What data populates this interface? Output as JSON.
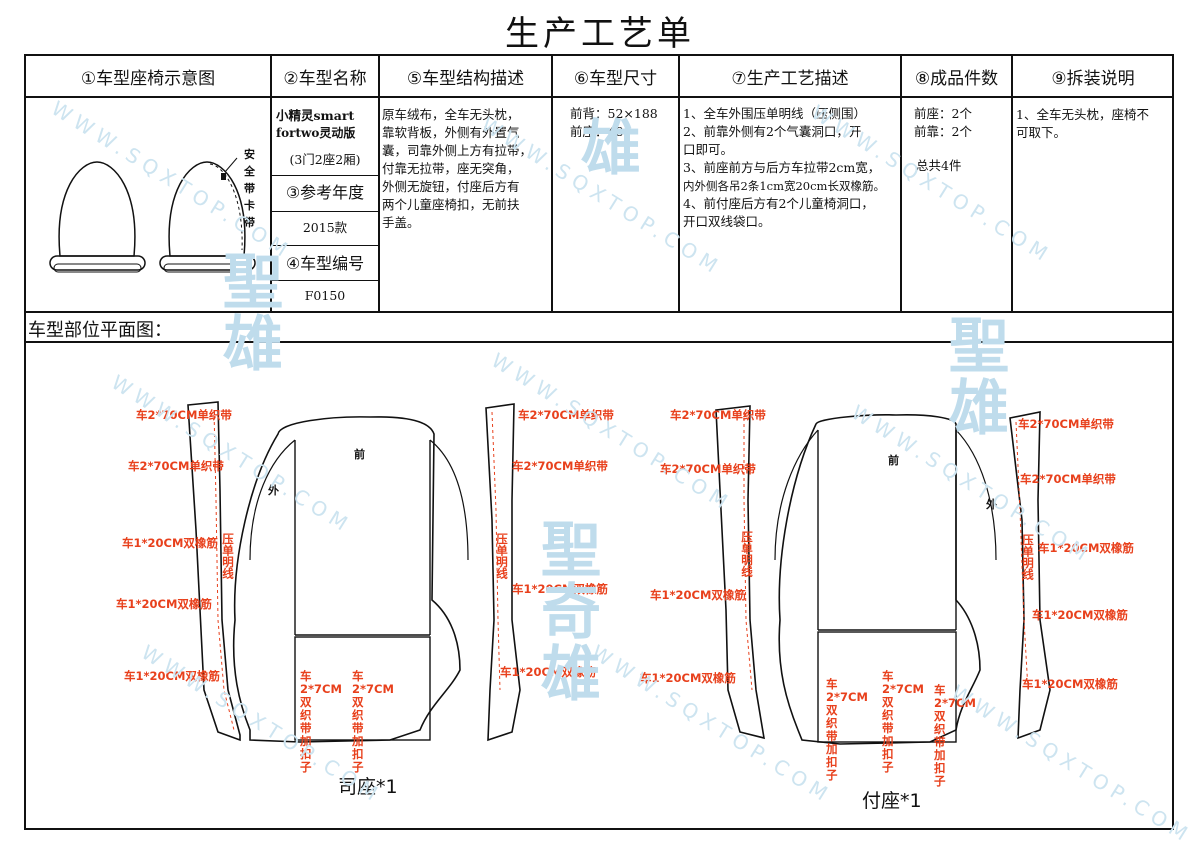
{
  "title": "生产工艺单",
  "headers": {
    "seat_diagram": "①车型座椅示意图",
    "model_name": "②车型名称",
    "structure": "⑤车型结构描述",
    "size": "⑥车型尺寸",
    "process": "⑦生产工艺描述",
    "quantity": "⑧成品件数",
    "disassembly": "⑨拆装说明"
  },
  "model": {
    "name_line1": "小精灵smart",
    "name_line2": "fortwo灵动版",
    "name_line3": "(3门2座2厢)",
    "ref_year_label": "③参考年度",
    "ref_year": "2015款",
    "code_label": "④车型编号",
    "code": "F0150"
  },
  "seat_sketch": {
    "belt_label": [
      "安",
      "全",
      "带",
      "卡",
      "带"
    ]
  },
  "structure_text": [
    "原车绒布，全车无头枕，",
    "靠软背板，外侧有外置气",
    "囊，司靠外侧上方有拉带，",
    "付靠无拉带，座无突角，",
    "外侧无旋钮，付座后方有",
    "两个儿童座椅扣，无前扶",
    "手盖。"
  ],
  "size_text": [
    "前背：52×188",
    "前座：481"
  ],
  "process_text": [
    "1、全车外围压单明线（压侧围）",
    "2、前靠外侧有2个气囊洞口，开",
    "口即可。",
    "3、前座前方与后方车拉带2cm宽，",
    "内外侧各吊2条1cm宽20cm长双橡筋。",
    "4、前付座后方有2个儿童椅洞口，",
    "开口双线袋口。"
  ],
  "quantity_text": [
    "前座：2个",
    "前靠：2个",
    "总共4件"
  ],
  "disassembly_text": [
    "1、全车无头枕，座椅不",
    "可取下。"
  ],
  "section_label": "车型部位平面图：",
  "driver": {
    "caption": "司座*1",
    "front": "前",
    "outer": "外",
    "labels": {
      "band1": "车2*70CM单织带",
      "band2": "车2*70CM单织带",
      "elastic1": "车1*20CM双橡筋",
      "elastic2": "车1*20CM双橡筋",
      "elastic3": "车1*20CM双橡筋",
      "stitch_left": "压单明线",
      "band3": "车2*70CM单织带",
      "band4": "车2*70CM单织带",
      "stitch_right": "压单明线",
      "elastic4": "车1*20CM双橡筋",
      "elastic5": "车1*20CM双橡筋",
      "strap_a": [
        "车",
        "2*7CM",
        "双",
        "织",
        "带",
        "加",
        "扣",
        "子"
      ],
      "strap_b": [
        "车",
        "2*7CM",
        "双",
        "织",
        "带",
        "加",
        "扣",
        "子"
      ]
    }
  },
  "passenger": {
    "caption": "付座*1",
    "front": "前",
    "outer": "外",
    "labels": {
      "band1": "车2*70CM单织带",
      "band2": "车2*70CM单织带",
      "elastic1": "车1*20CM双橡筋",
      "elastic2": "车1*20CM双橡筋",
      "stitch_left": "压单明线",
      "band3": "车2*70CM单织带",
      "band4": "车2*70CM单织带",
      "stitch_right": "压单明线",
      "elastic3": "车1*20CM双橡筋",
      "elastic4": "车1*20CM双橡筋",
      "elastic5": "车1*20CM双橡筋",
      "strap_a": [
        "车",
        "2*7CM",
        "双",
        "织",
        "带",
        "加",
        "扣",
        "子"
      ],
      "strap_b": [
        "车",
        "2*7CM",
        "双",
        "织",
        "带",
        "加",
        "扣",
        "子"
      ],
      "strap_c": [
        "车",
        "2*7CM",
        "双",
        "织",
        "带",
        "加",
        "扣",
        "子"
      ]
    }
  },
  "watermark": {
    "url": "WWW.SQXTOP.COM",
    "brand": [
      "聖",
      "奇",
      "雄"
    ]
  },
  "colors": {
    "annotation": "#e8401c",
    "watermark": "#cde4f0",
    "line": "#111111"
  }
}
